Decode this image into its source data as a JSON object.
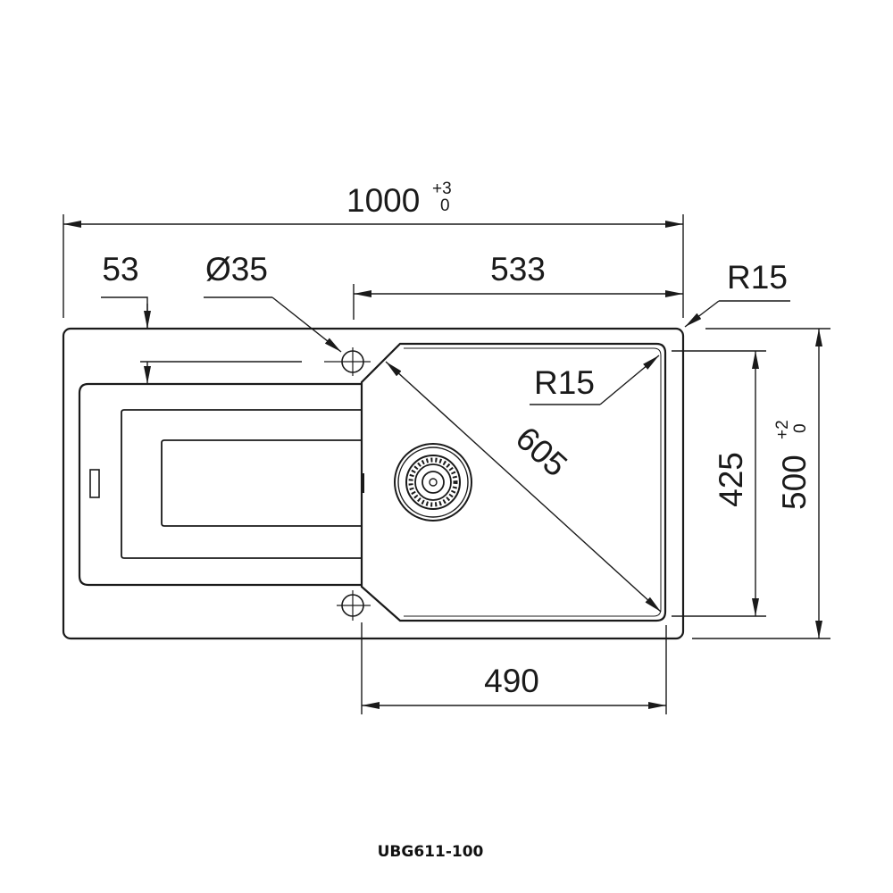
{
  "drawing": {
    "model_label": "UBG611-100",
    "dimensions": {
      "overall_width": {
        "value": "1000",
        "tol_upper": "+3",
        "tol_lower": "0"
      },
      "overall_depth": {
        "value": "500",
        "tol_upper": "+2",
        "tol_lower": "0"
      },
      "drainer_offset": "53",
      "tap_hole": "Ø35",
      "bowl_outer_width": "533",
      "corner_radius_outer": "R15",
      "corner_radius_bowl": "R15",
      "bowl_diagonal": "605",
      "bowl_depth": "425",
      "bowl_width": "490"
    },
    "line_color": "#1a1a1a"
  }
}
